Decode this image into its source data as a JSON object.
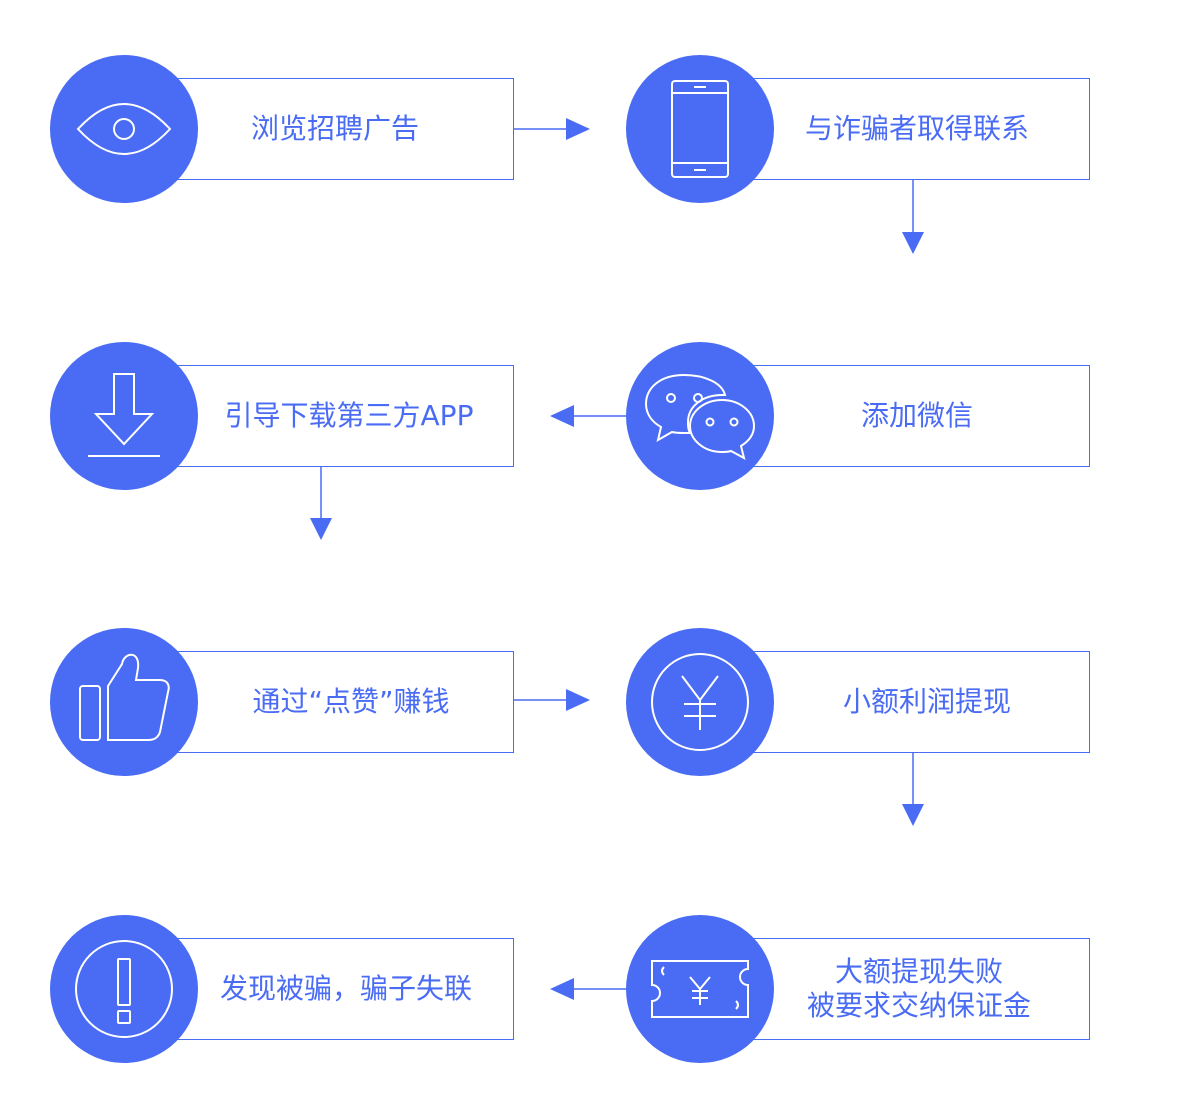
{
  "colors": {
    "accent": "#4a6cf4",
    "background": "#ffffff"
  },
  "steps": [
    {
      "label": "浏览招聘广告",
      "icon": "eye-icon"
    },
    {
      "label": "与诈骗者取得联系",
      "icon": "smartphone-icon"
    },
    {
      "label": "添加微信",
      "icon": "wechat-icon"
    },
    {
      "label": "引导下载第三方APP",
      "icon": "download-icon"
    },
    {
      "label": "通过“点赞”赚钱",
      "icon": "thumbs-up-icon"
    },
    {
      "label": "小额利润提现",
      "icon": "yen-coin-icon"
    },
    {
      "label_line1": "大额提现失败",
      "label_line2": "被要求交纳保证金",
      "icon": "yen-banknote-icon"
    },
    {
      "label": "发现被骗，骗子失联",
      "icon": "exclamation-icon"
    }
  ]
}
